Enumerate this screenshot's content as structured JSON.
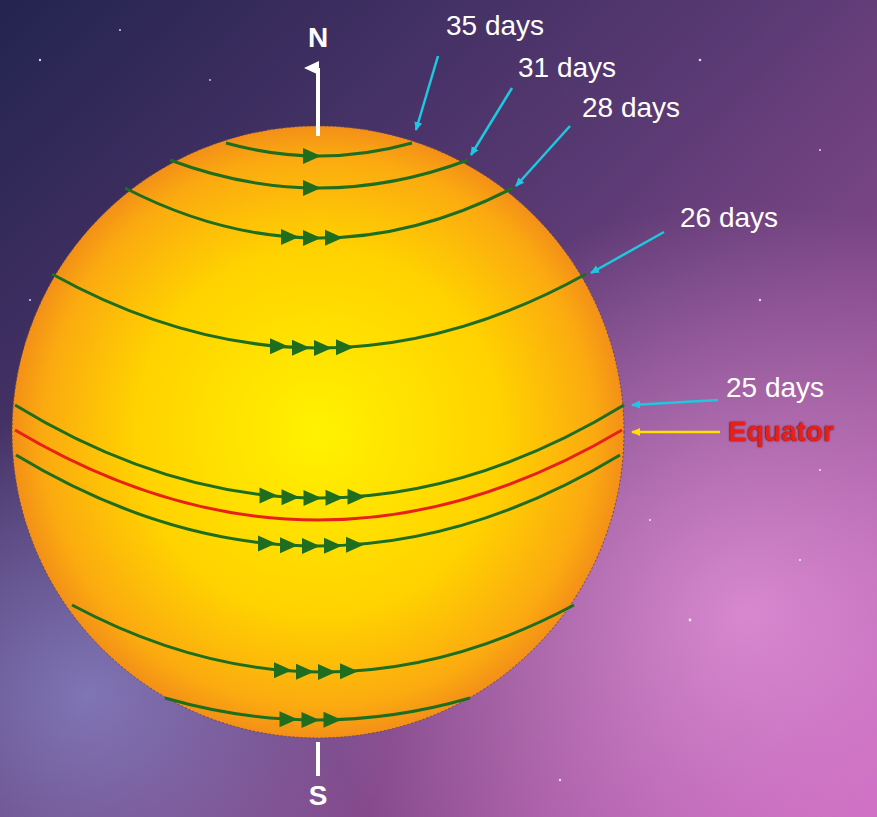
{
  "diagram": {
    "labels": [
      "N",
      "35 days",
      "31 days",
      "28 days",
      "26 days",
      "25 days",
      "Equator",
      "S"
    ]
  }
}
